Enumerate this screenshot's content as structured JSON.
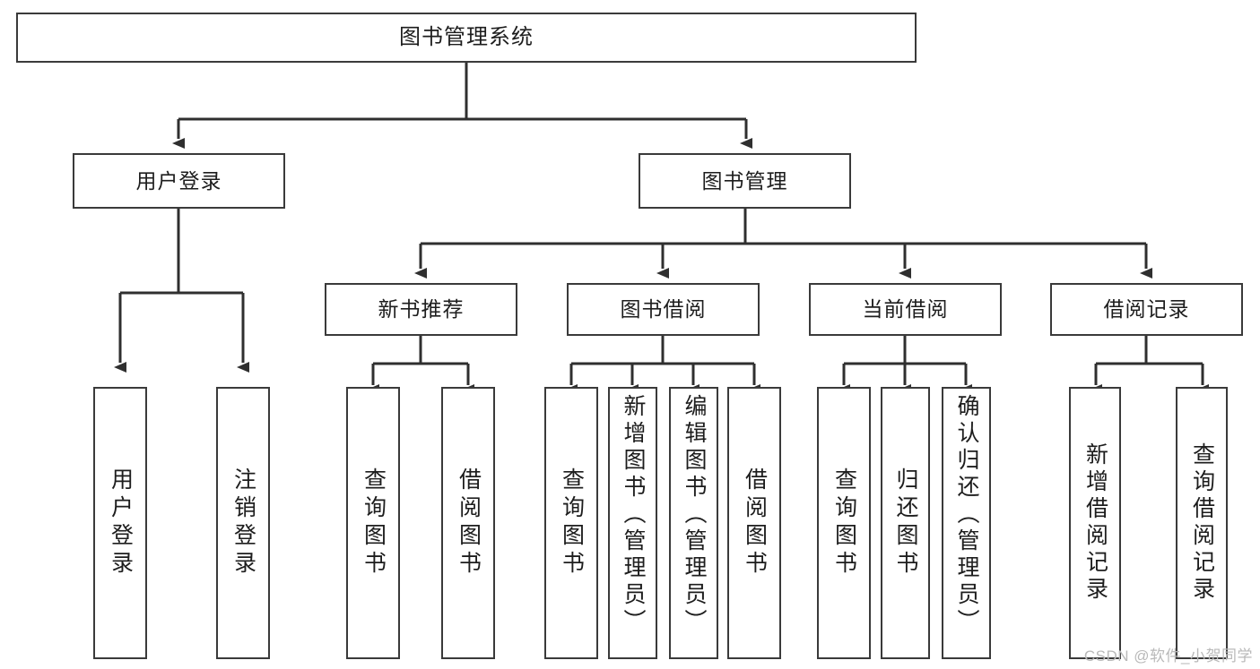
{
  "diagram": {
    "title": "图书管理系统",
    "type": "tree",
    "watermark": "CSDN @软件_小贺同学",
    "colors": {
      "box_border": "#3a3a3a",
      "box_fill": "#ffffff",
      "connector": "#2f2f2f",
      "text": "#1d1d1d",
      "watermark": "#b9b9b9"
    },
    "nodes": {
      "root": {
        "label": "图书管理系统"
      },
      "level2": [
        {
          "label": "用户登录"
        },
        {
          "label": "图书管理"
        }
      ],
      "level3": [
        {
          "label": "新书推荐"
        },
        {
          "label": "图书借阅"
        },
        {
          "label": "当前借阅"
        },
        {
          "label": "借阅记录"
        }
      ],
      "leaves": {
        "user_login": [
          {
            "label": "用户登录"
          },
          {
            "label": "注销登录"
          }
        ],
        "new_book_recommend": [
          {
            "label": "查询图书"
          },
          {
            "label": "借阅图书"
          }
        ],
        "book_borrow": [
          {
            "label": "查询图书"
          },
          {
            "label": "新增图书（管理员）"
          },
          {
            "label": "编辑图书（管理员）"
          },
          {
            "label": "借阅图书"
          }
        ],
        "current_borrow": [
          {
            "label": "查询图书"
          },
          {
            "label": "归还图书"
          },
          {
            "label": "确认归还（管理员）"
          }
        ],
        "borrow_record": [
          {
            "label": "新增借阅记录"
          },
          {
            "label": "查询借阅记录"
          }
        ]
      }
    }
  }
}
